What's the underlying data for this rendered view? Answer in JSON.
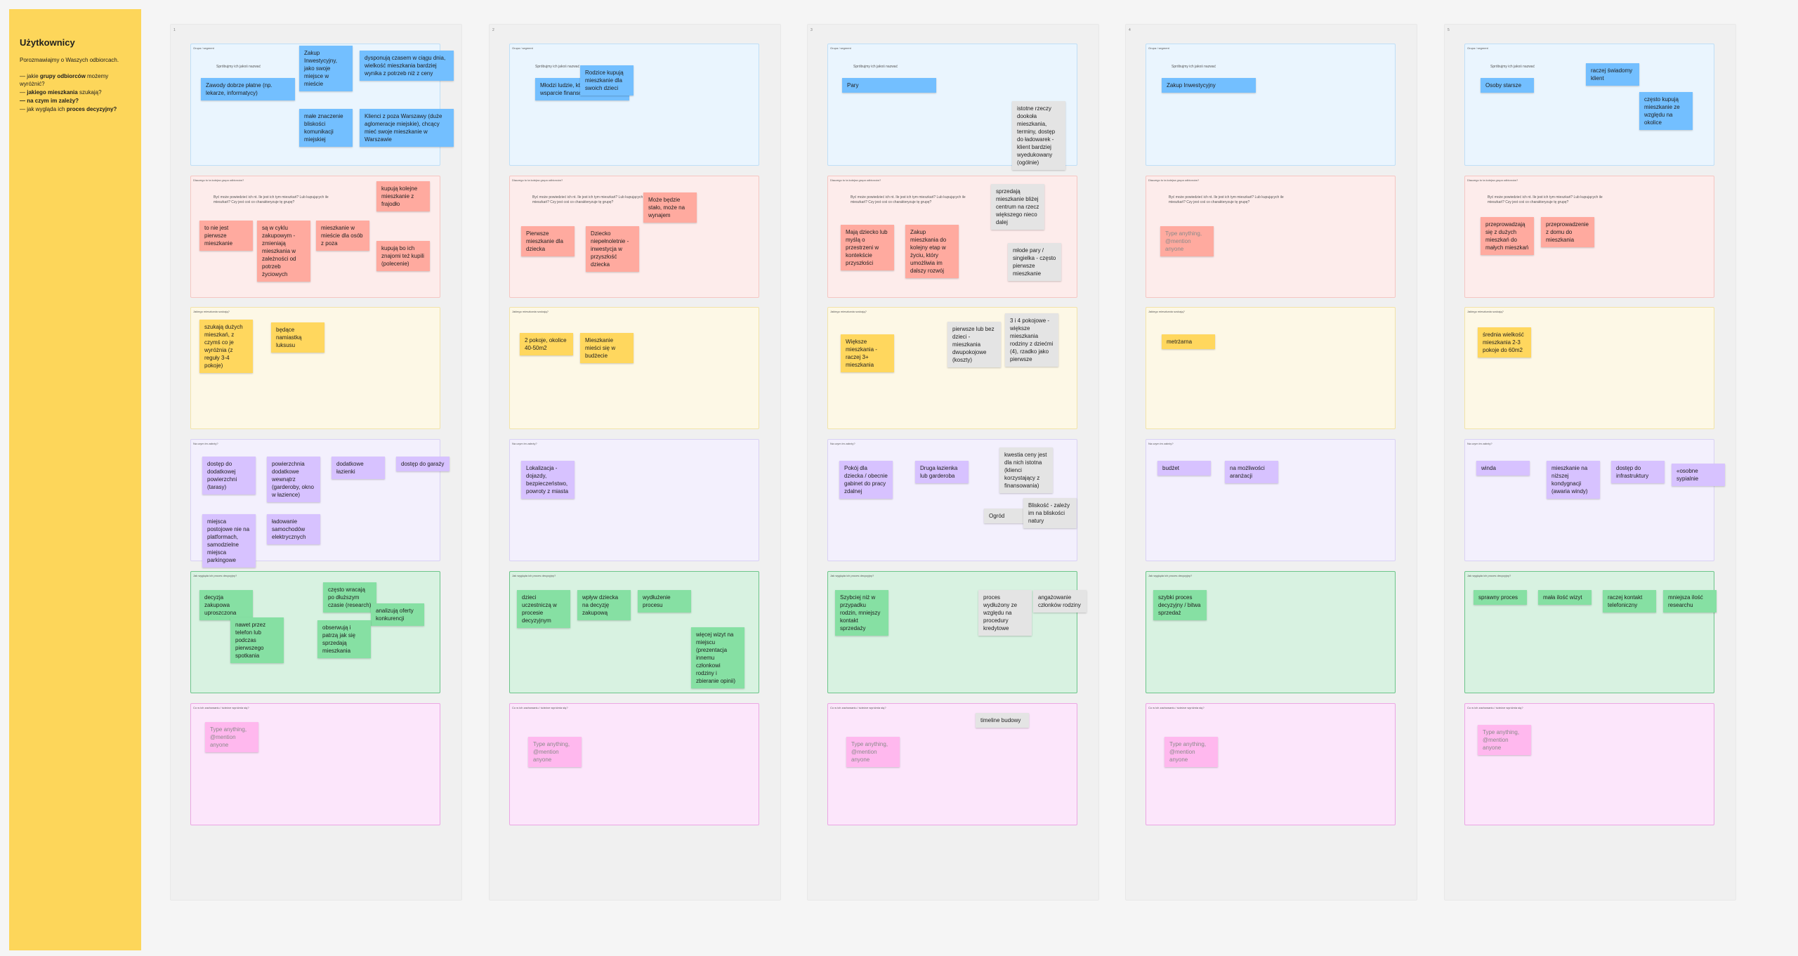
{
  "sidebar": {
    "title": "Użytkownicy",
    "intro": "Porozmawiajmy o Waszych odbiorcach.",
    "q1_pre": "— jakie ",
    "q1_b": "grupy odbiorców",
    "q1_post": " możemy wyróżnić?",
    "q2_pre": "— ",
    "q2_b": "jakiego mieszkania",
    "q2_post": " szukają?",
    "q3_b": "— na czym im zależy?",
    "q4_pre": "— jak wygląda ich ",
    "q4_b": "proces decyzyjny?"
  },
  "columns": [
    {
      "num": "1",
      "section_titles": [
        "Grupa / segment",
        "Dlaczego to ta kolejna grupa odbiorców?",
        "Jakiego mieszkania szukają?",
        "Na czym im zależy?",
        "Jak wygląda ich proces decyzyjny?",
        "Co w ich zachowaniu / ścieżce wyróżnia się?"
      ],
      "prompt1": "Spróbujmy ich jakoś nazwać",
      "prompt2": "Być może powiedzieć ich nt. Ile jest ich tym mieszkań? Lub kupujących ile mieszkań? Czy jest coś co charakteryzuje tę grupę?",
      "s1": [
        "Zawody dobrze płatne (np. lekarze, informatycy)",
        "Zakup Inwestycyjny, jako swoje miejsce w mieście",
        "małe znaczenie bliskości komunikacji miejskiej",
        "dysponują czasem w ciągu dnia, wielkość mieszkania bardziej wynika z potrzeb niż z ceny",
        "Klienci z poza Warszawy (duże aglomeracje miejskie), chcący mieć swoje mieszkanie w Warszawie"
      ],
      "s2": [
        "to nie jest pierwsze mieszkanie",
        "są w cyklu zakupowym - zmieniają mieszkania w zależności od potrzeb życiowych",
        "mieszkanie w mieście dla osób z poza",
        "kupują kolejne mieszkanie z frajodło",
        "kupują bo ich znajomi też kupili (polecenie)"
      ],
      "s3": [
        "szukają dużych mieszkań, z czymś co je wyróżnia (z reguły 3-4 pokoje)",
        "będące namiastką luksusu"
      ],
      "s4": [
        "dostęp do dodatkowej powierzchni (tarasy)",
        "powierzchnia dodatkowe wewnątrz (garderoby, okno w łazience)",
        "dodatkowe łazienki",
        "dostęp do garaży",
        "miejsca postojowe nie na platformach, samodzielne miejsca parkingowe",
        "ładowanie samochodów elektrycznych"
      ],
      "s5": [
        "decyzja zakupowa uproszczona",
        "nawet przez telefon lub podczas pierwszego spotkania",
        "często wracają po dłuższym czasie (research)",
        "analizują oferty konkurencji",
        "obserwują i patrzą jak się sprzedają mieszkania"
      ],
      "s6": [
        "Type anything, @mention anyone"
      ]
    },
    {
      "num": "2",
      "section_titles": [
        "Grupa / segment",
        "Dlaczego to ta kolejna grupa odbiorców?",
        "Jakiego mieszkania szukają?",
        "Na czym im zależy?",
        "Jak wygląda ich proces decyzyjny?",
        "Co w ich zachowaniu / ścieżce wyróżnia się?"
      ],
      "prompt1": "Spróbujmy ich jakoś nazwać",
      "prompt2": "Być może powiedzieć ich nt. Ile jest ich tym mieszkań? Lub kupujących ile mieszkań? Czy jest coś co charakteryzuje tę grupę?",
      "s1": [
        "Młodzi ludzie, którzy mają wsparcie finansowe rodziców",
        "Rodzice kupują mieszkanie dla swoich dzieci"
      ],
      "s2": [
        "Pierwsze mieszkanie dla dziecka",
        "Dziecko niepełnoletnie - inwestycja w przyszłość dziecka",
        "Może będzie stało, może na wynajem"
      ],
      "s3": [
        "2 pokoje, okolice 40-50m2",
        "Mieszkanie mieści się w budżecie"
      ],
      "s4": [
        "Lokalizacja - dojazdy, bezpieczeństwo, powroty z miasta"
      ],
      "s5": [
        "dzieci uczestniczą w procesie decyzyjnym",
        "wpływ dziecka na decyzję zakupową",
        "wydłużenie procesu",
        "więcej wizyt na miejscu (prezentacja innemu członkowi rodziny i zbieranie opinii)"
      ],
      "s6": [
        "Type anything, @mention anyone"
      ]
    },
    {
      "num": "3",
      "section_titles": [
        "Grupa / segment",
        "Dlaczego to ta kolejna grupa odbiorców?",
        "Jakiego mieszkania szukają?",
        "Na czym im zależy?",
        "Jak wygląda ich proces decyzyjny?",
        "Co w ich zachowaniu / ścieżce wyróżnia się?"
      ],
      "prompt1": "Spróbujmy ich jakoś nazwać",
      "prompt2": "Być może powiedzieć ich nt. Ile jest ich tym mieszkań? Lub kupujących ile mieszkań? Czy jest coś co charakteryzuje tę grupę?",
      "s1": [
        "Pary",
        "istotne rzeczy dookoła mieszkania, terminy, dostęp do ładowarek - klient bardziej wyedukowany (ogólnie)"
      ],
      "s2": [
        "Mają dziecko lub myślą o przestrzeni w kontekście przyszłości",
        "Zakup mieszkania do kolejny etap w życiu, który umożliwia im dalszy rozwój",
        "sprzedają mieszkanie bliżej centrum na rzecz większego nieco dalej",
        "młode pary / singielka - często pierwsze mieszkanie"
      ],
      "s3": [
        "Większe mieszkania - raczej 3+ mieszkania",
        "pierwsze lub bez dzieci - mieszkania dwupokojowe (koszty)",
        "3 i 4 pokojowe - większe mieszkania rodziny z dziećmi (4), rzadko jako pierwsze"
      ],
      "s4": [
        "Pokój dla dziecka / obecnie gabinet do pracy zdalnej",
        "Druga łazienka lub garderoba",
        "kwestia ceny jest dla nich istotna (klienci korzystający z finansowania)",
        "Ogród",
        "Bliskość - zależy im na bliskości natury"
      ],
      "s5": [
        "Szybciej niż w przypadku rodzin, mniejszy kontakt sprzedaży",
        "proces wydłużony ze względu na procedury kredytowe",
        "angażowanie członków rodziny"
      ],
      "s6": [
        "Type anything, @mention anyone",
        "timeline budowy"
      ]
    },
    {
      "num": "4",
      "section_titles": [
        "Grupa / segment",
        "Dlaczego to ta kolejna grupa odbiorców?",
        "Jakiego mieszkania szukają?",
        "Na czym im zależy?",
        "Jak wygląda ich proces decyzyjny?",
        "Co w ich zachowaniu / ścieżce wyróżnia się?"
      ],
      "prompt1": "Spróbujmy ich jakoś nazwać",
      "prompt2": "Być może powiedzieć ich nt. Ile jest ich tym mieszkań? Lub kupujących ile mieszkań? Czy jest coś co charakteryzuje tę grupę?",
      "s1": [
        "Zakup Inwestycyjny"
      ],
      "s2": [
        "Type anything, @mention anyone"
      ],
      "s3": [
        "metrżarna"
      ],
      "s4": [
        "budżet",
        "na możliwości aranżacji"
      ],
      "s5": [
        "szybki proces decyzyjny / bitwa sprzedaż"
      ],
      "s6": [
        "Type anything, @mention anyone"
      ]
    },
    {
      "num": "5",
      "section_titles": [
        "Grupa / segment",
        "Dlaczego to ta kolejna grupa odbiorców?",
        "Jakiego mieszkania szukają?",
        "Na czym im zależy?",
        "Jak wygląda ich proces decyzyjny?",
        "Co w ich zachowaniu / ścieżce wyróżnia się?"
      ],
      "prompt1": "Spróbujmy ich jakoś nazwać",
      "prompt2": "Być może powiedzieć ich nt. Ile jest ich tym mieszkań? Lub kupujących ile mieszkań? Czy jest coś co charakteryzuje tę grupę?",
      "s1": [
        "Osoby starsze",
        "raczej świadomy klient",
        "często kupują mieszkanie ze względu na okolice"
      ],
      "s2": [
        "przeprowadzają się z dużych mieszkań do małych mieszkań",
        "przeprowadzenie z domu do mieszkania"
      ],
      "s3": [
        "średnia wielkość mieszkania 2-3 pokoje do 60m2"
      ],
      "s4": [
        "winda",
        "mieszkanie na niższej kondygnacji (awaria windy)",
        "dostęp do infrastruktury",
        "«osobne sypialnie"
      ],
      "s5": [
        "sprawny proces",
        "mała ilość wizyt",
        "raczej kontakt telefoniczny",
        "mniejsza ilość researchu"
      ],
      "s6": [
        "Type anything, @mention anyone"
      ]
    }
  ]
}
